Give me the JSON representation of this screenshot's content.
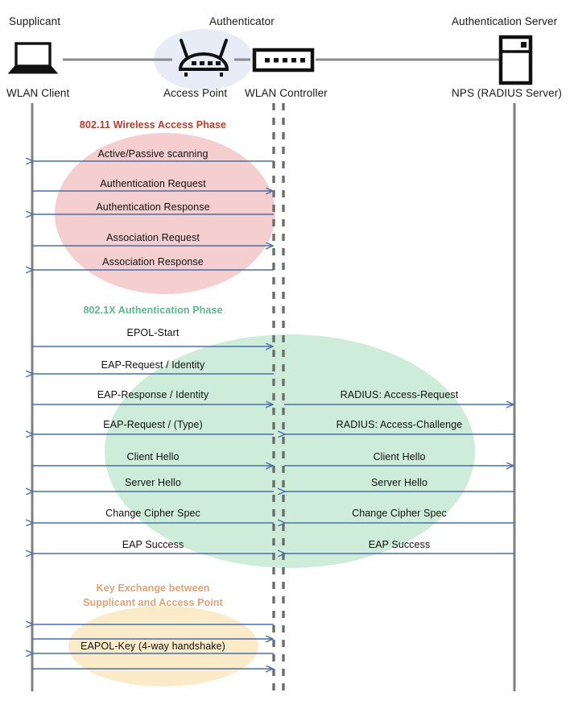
{
  "diagram": {
    "title_absent": true,
    "colors": {
      "lifeline": "#808080",
      "arrow": "#4a6fa5",
      "phase_wireless": "#C0392B",
      "phase_dot1x": "#5CB98A",
      "phase_keyexchange": "#E3A276",
      "ellipse_wireless": "#F5CFCF",
      "ellipse_dot1x": "#CBEBD8",
      "ellipse_keyexchange": "#FBEBC8",
      "ellipse_authenticator": "#E7ECF7",
      "icon": "#111111",
      "connector": "#8a8a8a"
    },
    "actors": [
      {
        "role": "Supplicant",
        "device": "WLAN Client",
        "icon": "laptop-icon"
      },
      {
        "role": "Authenticator",
        "device": "Access Point",
        "icon": "access-point-icon"
      },
      {
        "role": "",
        "device": "WLAN Controller",
        "icon": "wlan-controller-icon"
      },
      {
        "role": "Authentication Server",
        "device": "NPS (RADIUS Server)",
        "icon": "server-icon"
      }
    ],
    "phases": [
      {
        "id": "wireless-access",
        "label": "802.11 Wireless Access Phase",
        "color": "#C0392B",
        "messages": [
          {
            "text": "Active/Passive scanning",
            "direction": "left",
            "segment": "left"
          },
          {
            "text": "Authentication Request",
            "direction": "right",
            "segment": "left"
          },
          {
            "text": "Authentication Response",
            "direction": "left",
            "segment": "left"
          },
          {
            "text": "Association Request",
            "direction": "right",
            "segment": "left"
          },
          {
            "text": "Association Response",
            "direction": "left",
            "segment": "left"
          }
        ]
      },
      {
        "id": "dot1x-authentication",
        "label": "802.1X Authentication Phase",
        "color": "#5CB98A",
        "messages": [
          {
            "text": "EPOL-Start",
            "direction": "right",
            "segment": "left"
          },
          {
            "text": "EAP-Request / Identity",
            "direction": "left",
            "segment": "left"
          },
          {
            "text": "EAP-Response / Identity",
            "direction": "right",
            "segment": "left"
          },
          {
            "text": "RADIUS: Access-Request",
            "direction": "right",
            "segment": "right"
          },
          {
            "text": "EAP-Request / (Type)",
            "direction": "left",
            "segment": "left"
          },
          {
            "text": "RADIUS: Access-Challenge",
            "direction": "left",
            "segment": "right"
          },
          {
            "text": "Client Hello",
            "direction": "right",
            "segment": "left"
          },
          {
            "text": "Client Hello",
            "direction": "right",
            "segment": "right"
          },
          {
            "text": "Server Hello",
            "direction": "left",
            "segment": "left"
          },
          {
            "text": "Server Hello",
            "direction": "left",
            "segment": "right"
          },
          {
            "text": "Change Cipher Spec",
            "direction": "left",
            "segment": "left"
          },
          {
            "text": "Change Cipher Spec",
            "direction": "left",
            "segment": "right"
          },
          {
            "text": "EAP Success",
            "direction": "left",
            "segment": "left"
          },
          {
            "text": "EAP Success",
            "direction": "left",
            "segment": "right"
          }
        ]
      },
      {
        "id": "key-exchange",
        "label_line1": "Key Exchange between",
        "label_line2": "Supplicant and Access Point",
        "color": "#E3A276",
        "messages": [
          {
            "text": "",
            "direction": "left",
            "segment": "left"
          },
          {
            "text": "",
            "direction": "right",
            "segment": "left"
          },
          {
            "text": "EAPOL-Key (4-way handshake)",
            "direction": "left",
            "segment": "left"
          },
          {
            "text": "",
            "direction": "right",
            "segment": "left"
          }
        ]
      }
    ]
  }
}
